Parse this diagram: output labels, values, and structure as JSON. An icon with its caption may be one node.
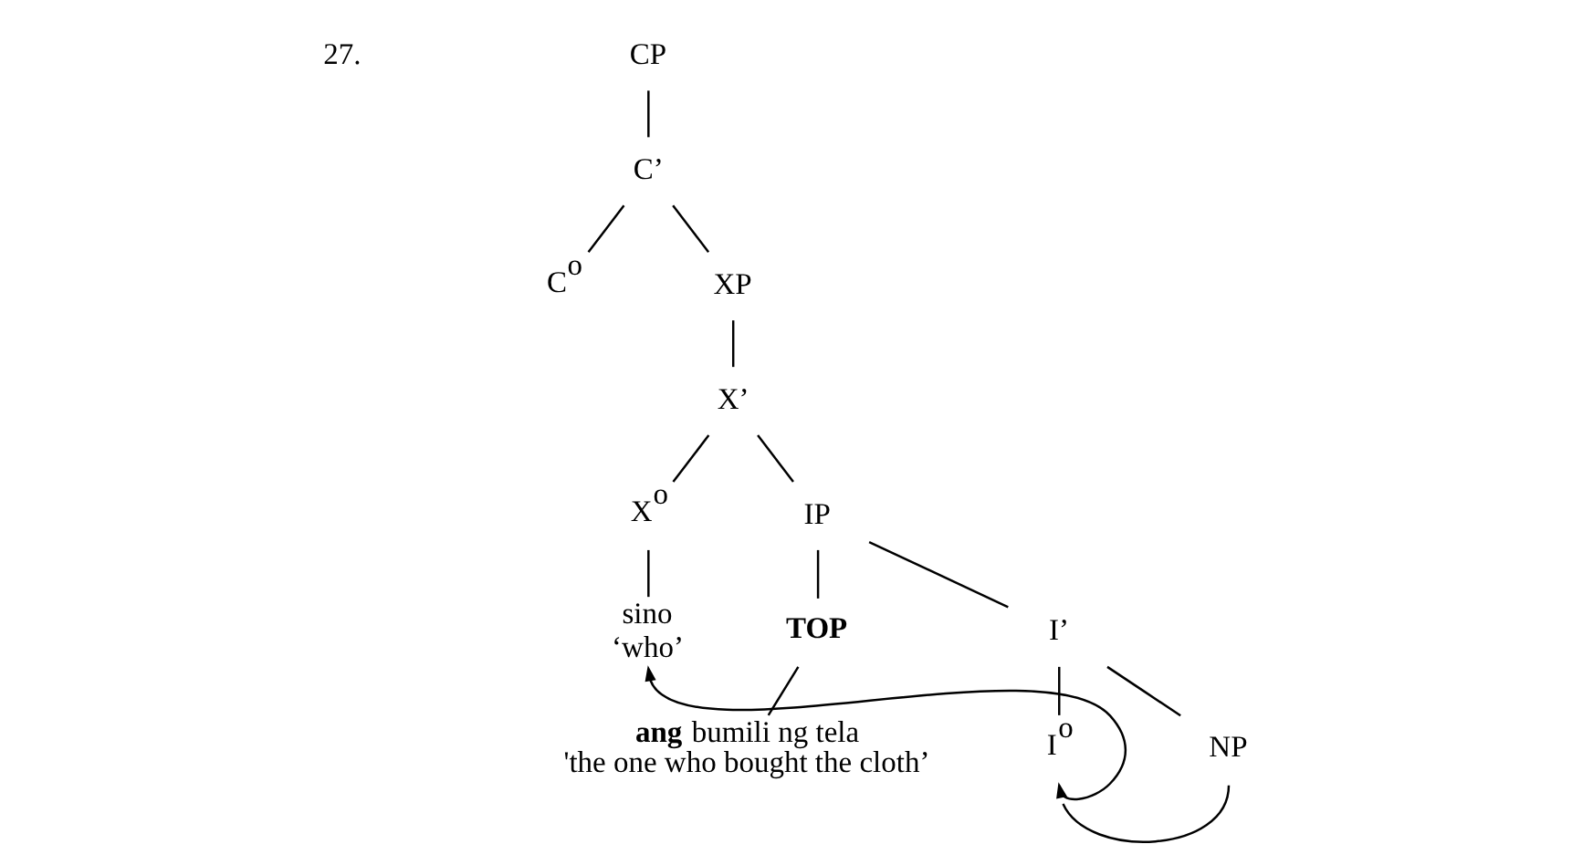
{
  "diagram": {
    "nodes": [
      {
        "text": [
          "CP"
        ]
      },
      {
        "text": [
          "C’"
        ]
      },
      {
        "text": [
          "C$^{o}$"
        ]
      },
      {
        "text": [
          "XP"
        ]
      },
      {
        "text": [
          "X’"
        ]
      },
      {
        "text": [
          "X$^{o}$"
        ]
      },
      {
        "text": [
          "IP"
        ]
      },
      {
        "text": [
          "sino",
          "‘who’"
        ]
      },
      {
        "text": [
          "TOP"
        ]
      },
      {
        "text": [
          "I’"
        ]
      },
      {
        "text": [
          "**ang** bumili ng tela",
          "'the one who bought the cloth’"
        ]
      },
      {
        "text": [
          "I$^{o}$"
        ]
      },
      {
        "text": [
          "NP"
        ]
      }
    ],
    "edges": [
      {
        "from": 0,
        "to": 1,
        "arrow": "none"
      },
      {
        "from": 1,
        "to": 2,
        "arrow": "none"
      },
      {
        "from": 1,
        "to": 3,
        "arrow": "none"
      },
      {
        "from": 3,
        "to": 4,
        "arrow": "none"
      },
      {
        "from": 4,
        "to": 5,
        "arrow": "none"
      },
      {
        "from": 4,
        "to": 6,
        "arrow": "none"
      },
      {
        "from": 5,
        "to": 7,
        "arrow": "none"
      },
      {
        "from": 6,
        "to": 8,
        "arrow": "none"
      },
      {
        "from": 6,
        "to": 9,
        "arrow": "none"
      },
      {
        "from": 8,
        "to": 10,
        "arrow": "none"
      },
      {
        "from": 9,
        "to": 11,
        "arrow": "none"
      },
      {
        "from": 9,
        "to": 12,
        "arrow": "none"
      },
      {
        "from": 11,
        "to": 7,
        "arrow": "to"
      },
      {
        "from": 12,
        "to": 11,
        "arrow": "to"
      }
    ],
    "labels": [
      "27."
    ]
  }
}
